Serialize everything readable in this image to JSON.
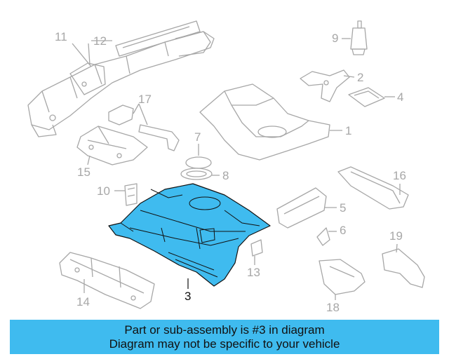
{
  "callouts": {
    "c1": "1",
    "c2": "2",
    "c3": "3",
    "c4": "4",
    "c5": "5",
    "c6": "6",
    "c7": "7",
    "c8": "8",
    "c9": "9",
    "c10": "10",
    "c11": "11",
    "c12": "12",
    "c13": "13",
    "c14": "14",
    "c15": "15",
    "c16": "16",
    "c17": "17",
    "c18": "18",
    "c19": "19"
  },
  "highlight_color": "#3fbbef",
  "outline_color": "#a7a7a7",
  "caption": {
    "line1": "Part or sub-assembly is #3 in diagram",
    "line2": "Diagram may not be specific to your vehicle"
  }
}
